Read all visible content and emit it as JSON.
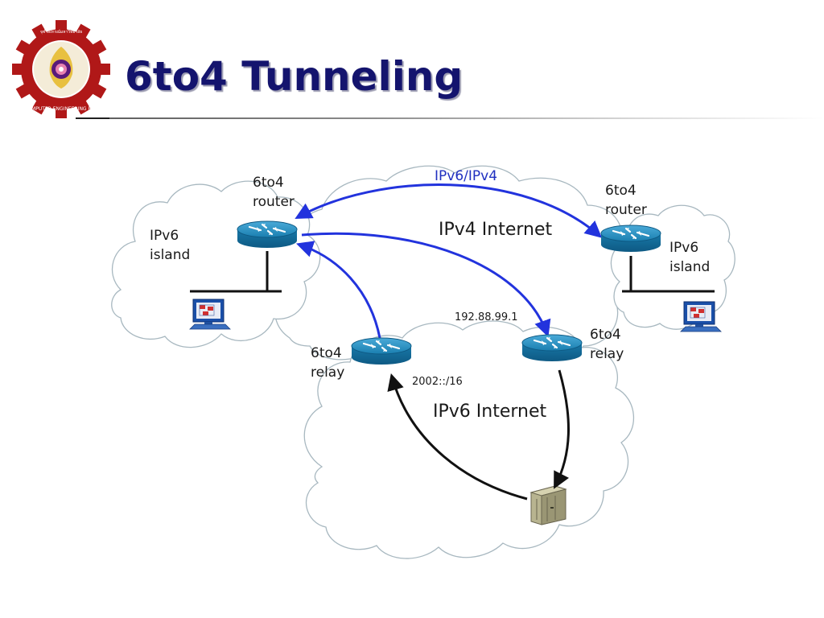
{
  "slide": {
    "title": "6to4 Tunneling"
  },
  "logo": {
    "text_top": "จุฬาลงกรณ์มหาวิทยาลัย",
    "text_bottom": "COMPUTER ENGINEERING RSU",
    "colors": {
      "ring": "#b01818",
      "center": "#5a1a7a",
      "accent": "#e8c040"
    }
  },
  "diagram": {
    "clouds": {
      "ipv4_internet": "IPv4 Internet",
      "ipv6_internet": "IPv6 Internet",
      "ipv6_island_left": [
        "IPv6",
        "island"
      ],
      "ipv6_island_right": [
        "IPv6",
        "island"
      ]
    },
    "nodes": {
      "router_left": [
        "6to4",
        "router"
      ],
      "router_right": [
        "6to4",
        "router"
      ],
      "relay_left": [
        "6to4",
        "relay"
      ],
      "relay_right": [
        "6to4",
        "relay"
      ]
    },
    "annotations": {
      "tunnel": "IPv6/IPv4",
      "relay_ipv4": "192.88.99.1",
      "relay_prefix": "2002::/16"
    },
    "colors": {
      "tunnel_arrow": "#2233dd",
      "native_arrow": "#111111",
      "cloud_stroke": "#a8b8c0",
      "router_fill": "#1e88b8"
    },
    "icons": [
      "router-icon",
      "computer-icon",
      "server-icon",
      "cloud-shape"
    ]
  }
}
